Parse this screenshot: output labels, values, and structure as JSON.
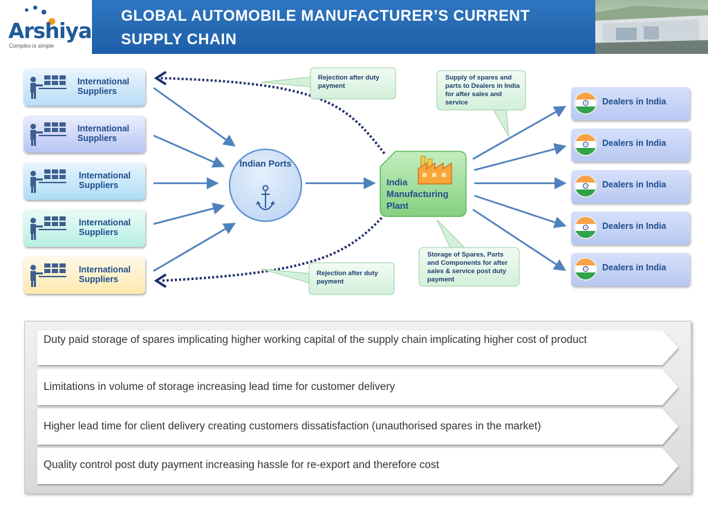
{
  "header": {
    "logo_text": "Arshiya",
    "logo_tagline": "Complex is simple",
    "title": "GLOBAL AUTOMOBILE MANUFACTURER’S CURRENT SUPPLY CHAIN"
  },
  "suppliers": [
    {
      "label": "International Suppliers",
      "color": "#b9dcf7"
    },
    {
      "label": "International Suppliers",
      "color": "#b7c4f5"
    },
    {
      "label": "International Suppliers",
      "color": "#aedcf7"
    },
    {
      "label": "International Suppliers",
      "color": "#b7f0e3"
    },
    {
      "label": "International Suppliers",
      "color": "#fde9ad"
    }
  ],
  "ports": {
    "label": "Indian Ports",
    "icon": "anchor-icon"
  },
  "plant": {
    "label": "India Manufacturing Plant",
    "icon": "factory-icon"
  },
  "dealers": [
    {
      "label": "Dealers in India"
    },
    {
      "label": "Dealers in India"
    },
    {
      "label": "Dealers in India"
    },
    {
      "label": "Dealers in India"
    },
    {
      "label": "Dealers in India"
    }
  ],
  "callouts": {
    "rejection_top": "Rejection after duty payment",
    "rejection_bottom": "Rejection after duty payment",
    "supply": "Supply of spares and parts to Dealers in India for after sales and service",
    "storage": "Storage of Spares, Parts and Components for after sales & service post duty payment"
  },
  "points": [
    "Duty paid storage of spares implicating higher working capital of the supply chain implicating higher cost of product",
    "Limitations in volume of storage increasing lead time for customer delivery",
    "Higher lead time for client delivery creating customers dissatisfaction (unauthorised spares in the market)",
    "Quality control post duty payment increasing hassle for re-export and therefore cost"
  ],
  "colors": {
    "accent_blue": "#1f5ea8",
    "arrow_blue": "#4f81bd",
    "dotted_arrow": "#1f2f6b",
    "callout_green": "#e4f7e9",
    "plant_green": "#9fdc9a",
    "dealer_blue": "#c5d3f6"
  }
}
